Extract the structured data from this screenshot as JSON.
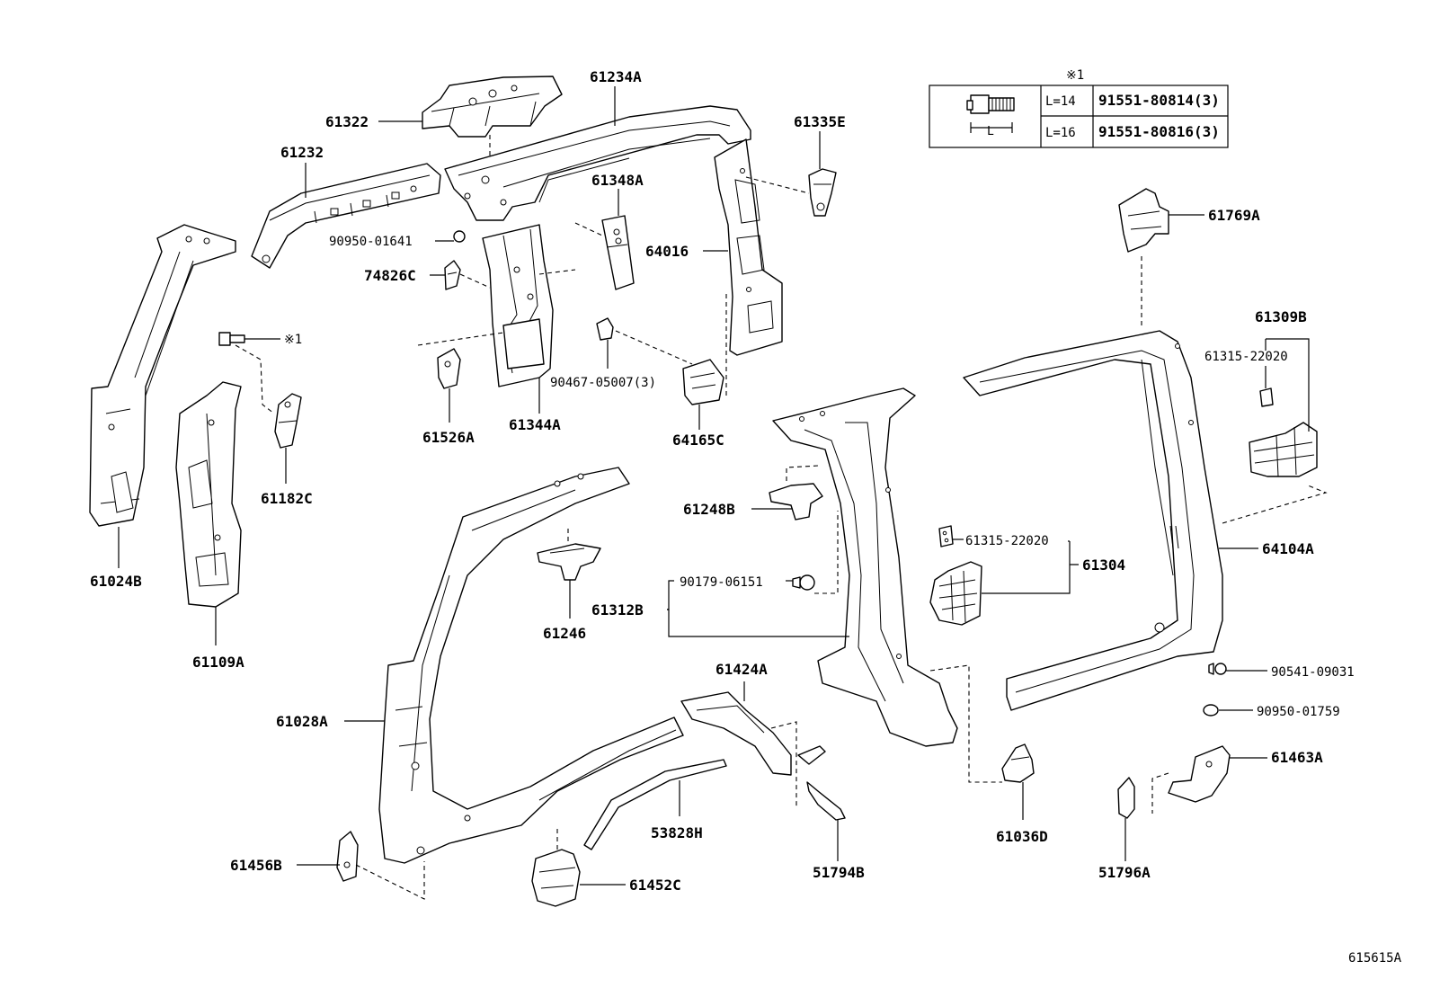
{
  "labels": {
    "p61322": "61322",
    "p61234A": "61234A",
    "p61232": "61232",
    "p61335E": "61335E",
    "p61348A": "61348A",
    "p90950_01641": "90950-01641",
    "p64016": "64016",
    "p74826C": "74826C",
    "p_ref1_bolt": "※1",
    "p90467_05007": "90467-05007(3)",
    "p61526A": "61526A",
    "p61344A": "61344A",
    "p64165C": "64165C",
    "p61182C": "61182C",
    "p61024B": "61024B",
    "p61109A": "61109A",
    "p61248B": "61248B",
    "p90179_06151": "90179-06151",
    "p61312B": "61312B",
    "p61246": "61246",
    "p61315_22020_a": "61315-22020",
    "p61304": "61304",
    "p61769A": "61769A",
    "p61309B": "61309B",
    "p61315_22020_b": "61315-22020",
    "p64104A": "64104A",
    "p90541_09031": "90541-09031",
    "p90950_01759": "90950-01759",
    "p61463A": "61463A",
    "p61424A": "61424A",
    "p61028A": "61028A",
    "p53828H": "53828H",
    "p51794B": "51794B",
    "p61036D": "61036D",
    "p51796A": "51796A",
    "p61456B": "61456B",
    "p61452C": "61452C",
    "figure_code": "615615A"
  },
  "table": {
    "ref_mark": "※1",
    "dim_label": "L",
    "rows": [
      {
        "length": "L=14",
        "part": "91551-80814(3)"
      },
      {
        "length": "L=16",
        "part": "91551-80816(3)"
      }
    ]
  }
}
